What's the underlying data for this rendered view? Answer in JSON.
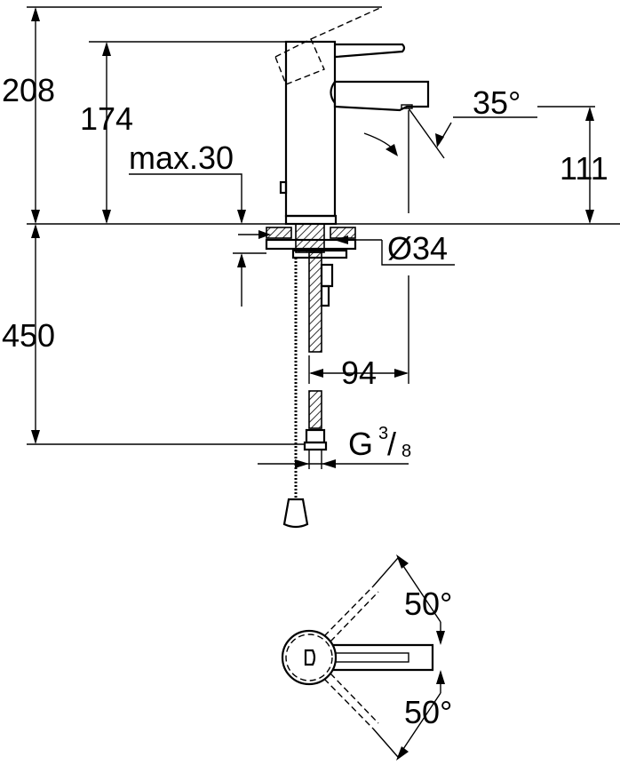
{
  "dimensions": {
    "total_height": "208",
    "spout_top_height": "174",
    "max_thickness": "max.30",
    "spout_angle": "35°",
    "spout_outlet_height": "111",
    "hole_diameter": "Ø34",
    "under_sink_length": "450",
    "spout_reach": "94",
    "connection_thread_main": "G",
    "connection_thread_num": "3",
    "connection_thread_den": "8",
    "swivel_angle_upper": "50°",
    "swivel_angle_lower": "50°"
  }
}
